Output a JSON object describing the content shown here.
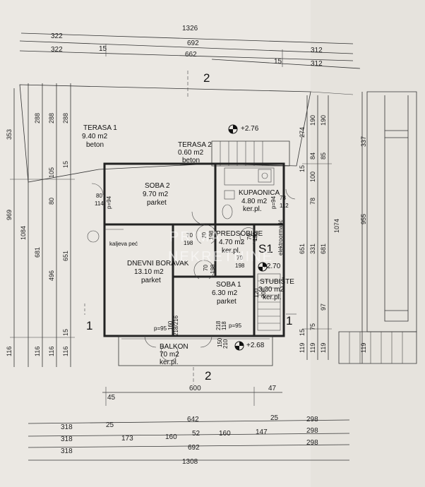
{
  "dims_top": {
    "r1": "1326",
    "r2_a": "322",
    "r2_b": "692",
    "r3_a": "322",
    "r3_b": "15",
    "r3_c": "662",
    "r3_d": "312",
    "r4_a": "15",
    "r4_b": "312"
  },
  "dims_left": [
    "353",
    "288",
    "288",
    "288",
    "105",
    "15",
    "969",
    "1084",
    "80",
    "681",
    "496",
    "651",
    "15",
    "116",
    "116",
    "116",
    "116"
  ],
  "dims_right": [
    "274",
    "190",
    "190",
    "337",
    "84",
    "85",
    "15",
    "100",
    "78",
    "651",
    "331",
    "681",
    "1074",
    "955",
    "97",
    "75",
    "15",
    "119",
    "119",
    "119",
    "119"
  ],
  "dims_bottom": {
    "b0_a": "600",
    "b0_b": "45",
    "b0_c": "47",
    "b1_a": "642",
    "b1_b": "25",
    "b1_c": "25",
    "b1_d": "318",
    "b1_e": "298",
    "b2_a": "318",
    "b2_b": "173",
    "b2_c": "160",
    "b2_d": "52",
    "b2_e": "160",
    "b2_f": "147",
    "b2_g": "298",
    "b3_a": "318",
    "b3_b": "692",
    "b3_c": "298",
    "b4_a": "1308"
  },
  "rooms": {
    "terasa1": {
      "name": "TERASA 1",
      "area": "9.40 m2",
      "floor": "beton"
    },
    "terasa2": {
      "name": "TERASA 2",
      "area": "0.60 m2",
      "floor": "beton"
    },
    "soba2": {
      "name": "SOBA 2",
      "area": "9.70 m2",
      "floor": "parket"
    },
    "kupaonica": {
      "name": "KUPAONICA",
      "area": "4.80 m2",
      "floor": "ker.pl."
    },
    "predsoblje": {
      "name": "PREDSOBLJE",
      "area": "4.70 m2",
      "floor": "ker.pl."
    },
    "dnevni": {
      "name": "DNEVNI BORAVAK",
      "area": "13.10 m2",
      "floor": "parket"
    },
    "soba1": {
      "name": "SOBA 1",
      "area": "6.30 m2",
      "floor": "parket"
    },
    "stubiste": {
      "name": "STUBIŠTE",
      "area": "3.30 m2",
      "floor": "ker.pl."
    },
    "balkon": {
      "name": "BALKON",
      "area": "70 m2",
      "floor": "ker.pl."
    }
  },
  "labels": {
    "kaljeva": "kaljeva peć",
    "elektro": "elektroormarić",
    "level1": "+2.76",
    "level2": "+2.70",
    "level3": "+2.68",
    "s1": "S1",
    "sec1_l": "1",
    "sec1_r": "1",
    "sec2_t": "2",
    "sec2_b": "2",
    "watermark1": "PRIMA",
    "watermark2": "NEKRETNINE"
  },
  "openings": {
    "w_soba2_a": "80",
    "w_soba2_b": "114",
    "w_soba2_c": "p=94",
    "w_kup_a": "78",
    "w_kup_b": "112",
    "w_kup_c": "p=94",
    "d_pred_a": "70",
    "d_pred_b": "198",
    "d_pred_c": "70",
    "d_pred_d": "198",
    "d_pred_e": "70",
    "d_pred_f": "198",
    "d_dnevni_a": "70",
    "d_dnevni_b": "198",
    "d_soba1_a": "70",
    "d_soba1_b": "198",
    "d_stub_a": "120",
    "d_stub_b": "208",
    "w_bot_a": "p=95",
    "w_bot_b": "p=95",
    "d_balk_a": "160",
    "d_balk_b": "218/216",
    "d_balk_c": "118",
    "d_balk_d": "218",
    "d_balk_e": "150",
    "d_balk_f": "210"
  }
}
